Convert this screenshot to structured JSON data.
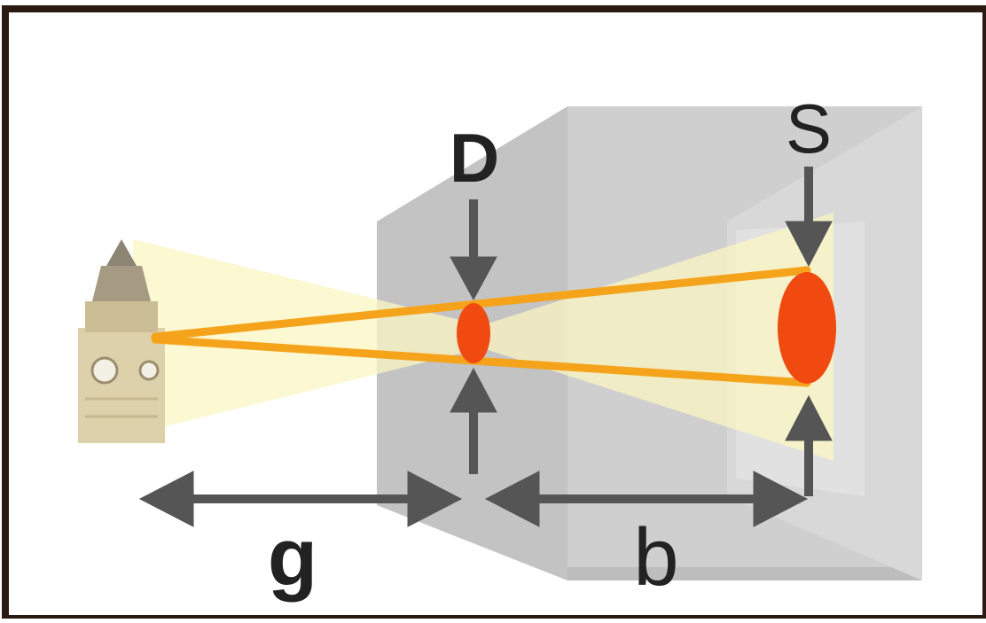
{
  "diagram": {
    "labels": {
      "aperture": "D",
      "image_size": "S",
      "object_distance": "g",
      "image_distance": "b"
    },
    "colors": {
      "frame": "#2a1a12",
      "background": "#ffffff",
      "box_front": "#c9c9c9",
      "box_side": "#b3b3b3",
      "box_top": "#d9d9d9",
      "ray": "#f5a31a",
      "light_cone": "#faf3b0",
      "aperture_blob": "#f04a10",
      "arrow": "#555555",
      "tower": "#dccfa8"
    },
    "icons": [
      "clock-tower-icon"
    ]
  }
}
